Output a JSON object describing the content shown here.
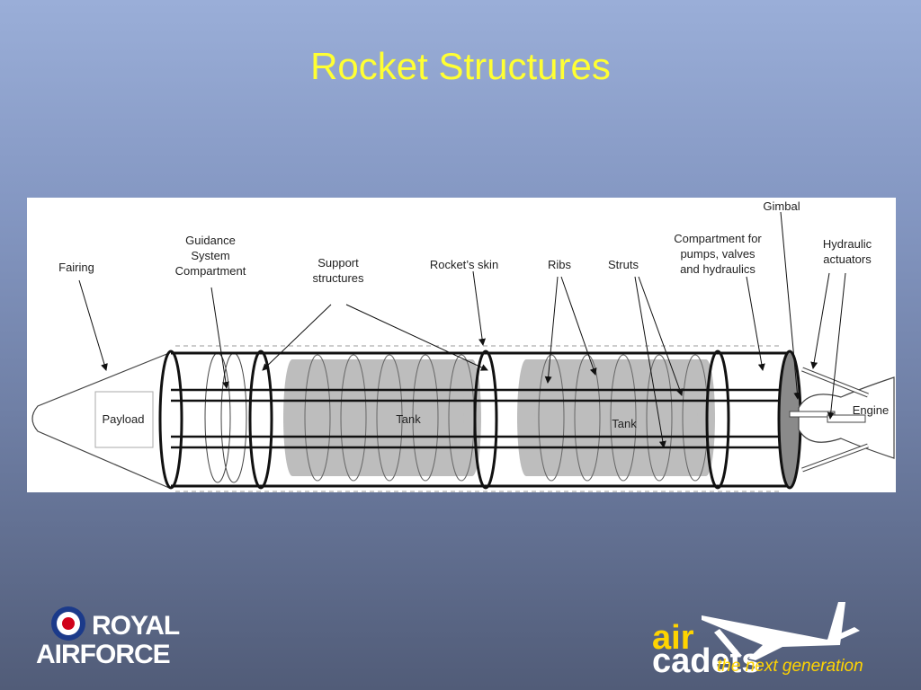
{
  "title": "Rocket Structures",
  "labels": {
    "fairing": "Fairing",
    "guidance": [
      "Guidance",
      "System",
      "Compartment"
    ],
    "support": [
      "Support",
      "structures"
    ],
    "skin": "Rocket’s skin",
    "ribs": "Ribs",
    "struts": "Struts",
    "compartment": [
      "Compartment for",
      "pumps, valves",
      "and hydraulics"
    ],
    "gimbal": "Gimbal",
    "hydraulic": [
      "Hydraulic",
      "actuators"
    ],
    "payload": "Payload",
    "tank1": "Tank",
    "tank2": "Tank",
    "engine": "Engine"
  },
  "logos": {
    "raf_line1": "ROYAL",
    "raf_line2": "AIRFORCE",
    "cadets_air": "air",
    "cadets_rest": "cadets",
    "cadets_tagline": "the next generation"
  },
  "colors": {
    "title": "#ffff33",
    "raf_red": "#d0021b",
    "raf_blue": "#1b3a8a",
    "cadets_yellow": "#ffd400"
  }
}
